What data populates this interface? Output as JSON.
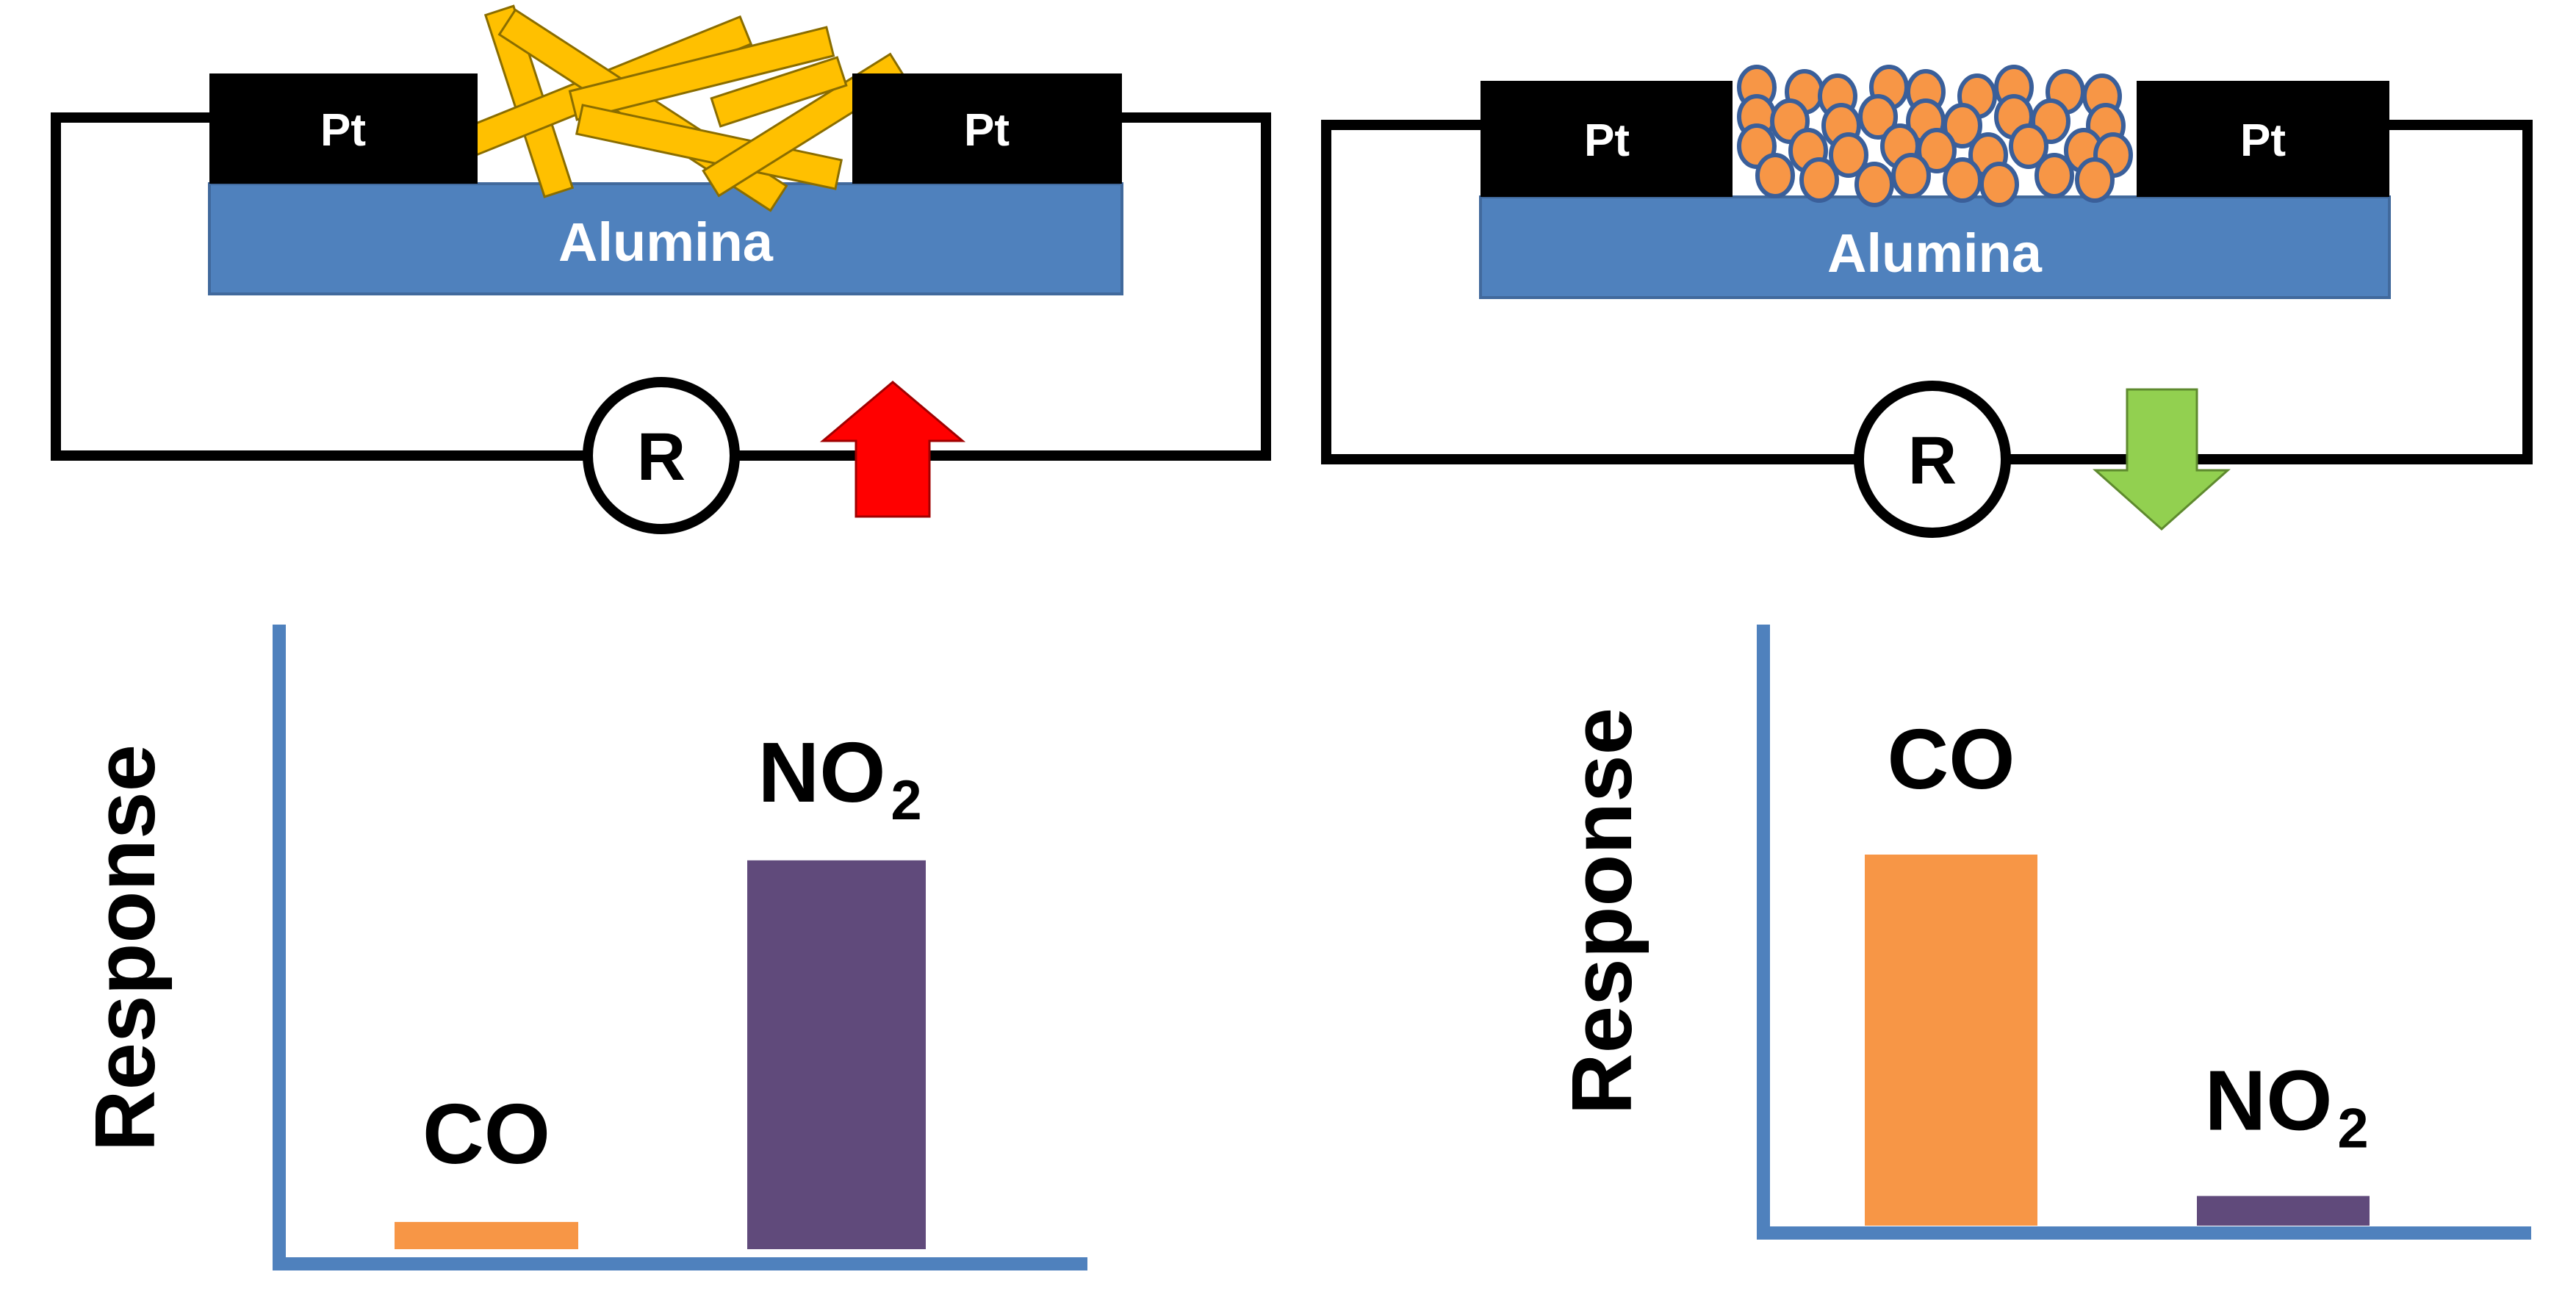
{
  "colors": {
    "alumina": "#4f81bd",
    "electrode": "#000000",
    "nanorod": "#ffc000",
    "nanoparticle": "#f79646",
    "particle_edge": "#3a5f9a",
    "axis": "#4f81bd",
    "co_bar": "#f79646",
    "no2_bar": "#604a7b",
    "arrow_up": "#ff0000",
    "arrow_down": "#92d050"
  },
  "left_panel": {
    "electrode_left_label": "Pt",
    "electrode_right_label": "Pt",
    "substrate_label": "Alumina",
    "resistor_label": "R",
    "resistance_change_icon": "arrow-up-icon",
    "ylabel": "Response"
  },
  "right_panel": {
    "electrode_left_label": "Pt",
    "electrode_right_label": "Pt",
    "substrate_label": "Alumina",
    "resistor_label": "R",
    "resistance_change_icon": "arrow-down-icon",
    "ylabel": "Response"
  },
  "chart_data": [
    {
      "type": "bar",
      "categories": [
        "CO",
        "NO2"
      ],
      "category_display": [
        {
          "main": "CO",
          "sub": ""
        },
        {
          "main": "NO",
          "sub": "2"
        }
      ],
      "values": [
        0.07,
        1.0
      ],
      "colors": [
        "#f79646",
        "#604a7b"
      ],
      "ylabel": "Response",
      "xlabel": "",
      "ylim": [
        0,
        1.2
      ],
      "grid": false
    },
    {
      "type": "bar",
      "categories": [
        "CO",
        "NO2"
      ],
      "category_display": [
        {
          "main": "CO",
          "sub": ""
        },
        {
          "main": "NO",
          "sub": "2"
        }
      ],
      "values": [
        1.0,
        0.08
      ],
      "colors": [
        "#f79646",
        "#604a7b"
      ],
      "ylabel": "Response",
      "xlabel": "",
      "ylim": [
        0,
        1.2
      ],
      "grid": false
    }
  ]
}
